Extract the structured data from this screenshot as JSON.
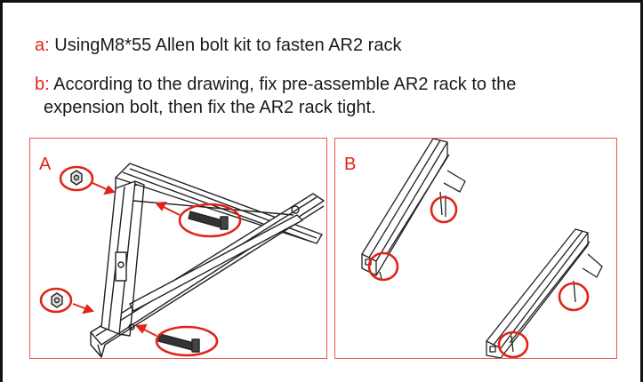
{
  "instructions": {
    "a_label": "a:",
    "a_text": " UsingM8*55 Allen bolt kit to fasten AR2 rack",
    "b_label": "b:",
    "b_text_line1": " According to the drawing, fix pre-assemble AR2 rack to the",
    "b_text_line2": "expension bolt, then fix the AR2 rack tight."
  },
  "panels": {
    "a_label": "A",
    "b_label": "B"
  },
  "colors": {
    "accent": "#e02418",
    "panel_border": "#e65a4c",
    "line": "#222222"
  }
}
